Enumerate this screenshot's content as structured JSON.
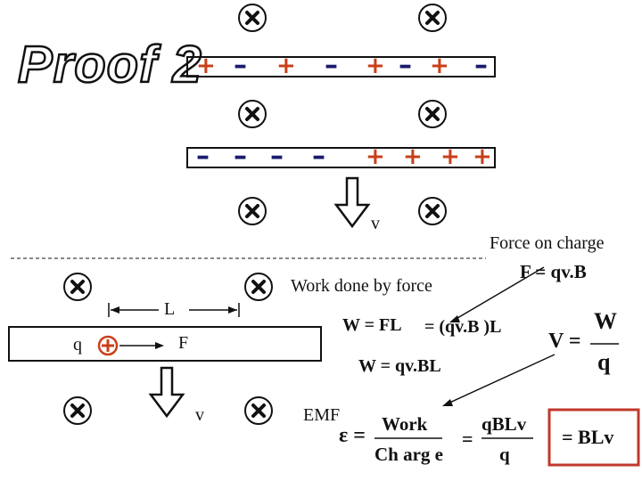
{
  "title": "Proof 2",
  "colors": {
    "positive": "#c8401a",
    "negative": "#1a1a6e",
    "box": "#c0392b",
    "ink": "#111111"
  },
  "icons": [
    "field-into-page-icon",
    "velocity-arrow-icon",
    "positive-charge-icon"
  ],
  "top_plate_signs": [
    "+",
    "–",
    "+",
    "–",
    "+",
    "–",
    "+",
    "–"
  ],
  "bottom_plate_signs": [
    "–",
    "–",
    "–",
    "–",
    "+",
    "+",
    "+",
    "+"
  ],
  "labels": {
    "v_top": "v",
    "force_on_charge": "Force on charge",
    "force_eq": "F = qv.B",
    "work_done": "Work done by force",
    "L": "L",
    "q": "q",
    "F": "F",
    "v_bottom": "v",
    "emf": "EMF"
  },
  "equations": {
    "w_fl": "W = FL",
    "w_sub": "= (qv.B )L",
    "w_qvbl": "W = qv.BL",
    "v_eq": "V =",
    "v_num": "W",
    "v_den": "q",
    "emf_symbol": "ε =",
    "emf_num": "Work",
    "emf_den": "Ch arg e",
    "eq2": "=",
    "frac2_num": "qBLv",
    "frac2_den": "q",
    "result": "= BLv"
  }
}
